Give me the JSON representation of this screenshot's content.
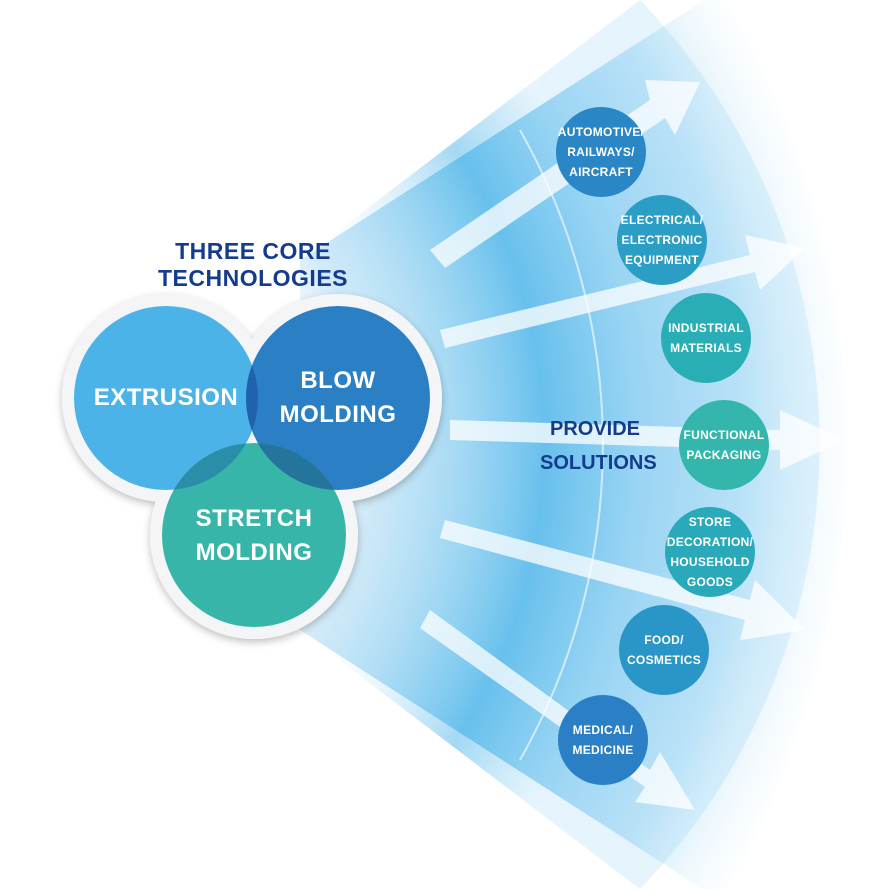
{
  "heading": "THREE CORE TECHNOLOGIES",
  "core_technologies": [
    {
      "id": "extrusion",
      "lines": [
        "EXTRUSION"
      ],
      "color": "#4cb3e9"
    },
    {
      "id": "blow-molding",
      "lines": [
        "BLOW",
        "MOLDING"
      ],
      "color": "#2b7fc4"
    },
    {
      "id": "stretch-molding",
      "lines": [
        "STRETCH",
        "MOLDING"
      ],
      "color": "#37b5a9"
    }
  ],
  "center_label": [
    "PROVIDE",
    "SOLUTIONS"
  ],
  "solutions": [
    {
      "id": "automotive",
      "lines": [
        "AUTOMOTIVE/",
        "RAILWAYS/",
        "AIRCRAFT"
      ],
      "color": "#2b86c6"
    },
    {
      "id": "electrical",
      "lines": [
        "ELECTRICAL/",
        "ELECTRONIC",
        "EQUIPMENT"
      ],
      "color": "#2a9ec5"
    },
    {
      "id": "industrial",
      "lines": [
        "INDUSTRIAL",
        "MATERIALS"
      ],
      "color": "#2aaeb6"
    },
    {
      "id": "packaging",
      "lines": [
        "FUNCTIONAL",
        "PACKAGING"
      ],
      "color": "#35b6ac"
    },
    {
      "id": "store",
      "lines": [
        "STORE",
        "DECORATION/",
        "HOUSEHOLD",
        "GOODS"
      ],
      "color": "#2aa9bb"
    },
    {
      "id": "food",
      "lines": [
        "FOOD/",
        "COSMETICS"
      ],
      "color": "#2a96c8"
    },
    {
      "id": "medical",
      "lines": [
        "MEDICAL/",
        "MEDICINE"
      ],
      "color": "#2b80c5"
    }
  ]
}
